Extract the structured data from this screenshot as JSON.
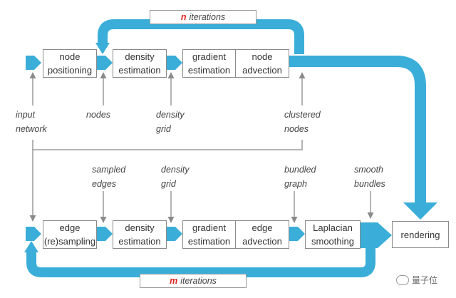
{
  "top_loop": {
    "var": "n",
    "text": "iterations"
  },
  "bottom_loop": {
    "var": "m",
    "text": "iterations"
  },
  "top_row": {
    "node_positioning": [
      "node",
      "positioning"
    ],
    "density_estimation": [
      "density",
      "estimation"
    ],
    "gradient_estimation": [
      "gradient",
      "estimation"
    ],
    "node_advection": [
      "node",
      "advection"
    ]
  },
  "bottom_row": {
    "edge_resampling": [
      "edge",
      "(re)sampling"
    ],
    "density_estimation": [
      "density",
      "estimation"
    ],
    "gradient_estimation": [
      "gradient",
      "estimation"
    ],
    "edge_advection": [
      "edge",
      "advection"
    ],
    "laplacian_smoothing": [
      "Laplacian",
      "smoothing"
    ],
    "rendering": "rendering"
  },
  "inputs_top": {
    "input_network": [
      "input",
      "network"
    ],
    "nodes": "nodes",
    "density_grid": [
      "density",
      "grid"
    ],
    "clustered_nodes": [
      "clustered",
      "nodes"
    ]
  },
  "inputs_bottom": {
    "sampled_edges": [
      "sampled",
      "edges"
    ],
    "density_grid": [
      "density",
      "grid"
    ],
    "bundled_graph": [
      "bundled",
      "graph"
    ],
    "smooth_bundles": [
      "smooth",
      "bundles"
    ]
  },
  "watermark": "量子位",
  "colors": {
    "flow": "#3aaed8",
    "line": "#8a8a8a",
    "accent": "#e0241b"
  }
}
